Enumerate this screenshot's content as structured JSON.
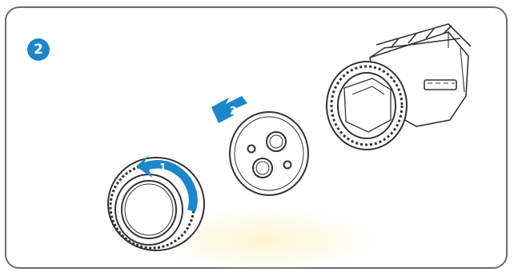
{
  "step": {
    "number": "2",
    "color": "#1d86c9"
  },
  "arrows": [
    {
      "number": "1",
      "meaning": "rotate-counterclockwise"
    },
    {
      "number": "2",
      "meaning": "pull-out"
    }
  ],
  "colors": {
    "line": "#333333",
    "accent": "#1d86c9",
    "glow": "#fdf2cf"
  }
}
